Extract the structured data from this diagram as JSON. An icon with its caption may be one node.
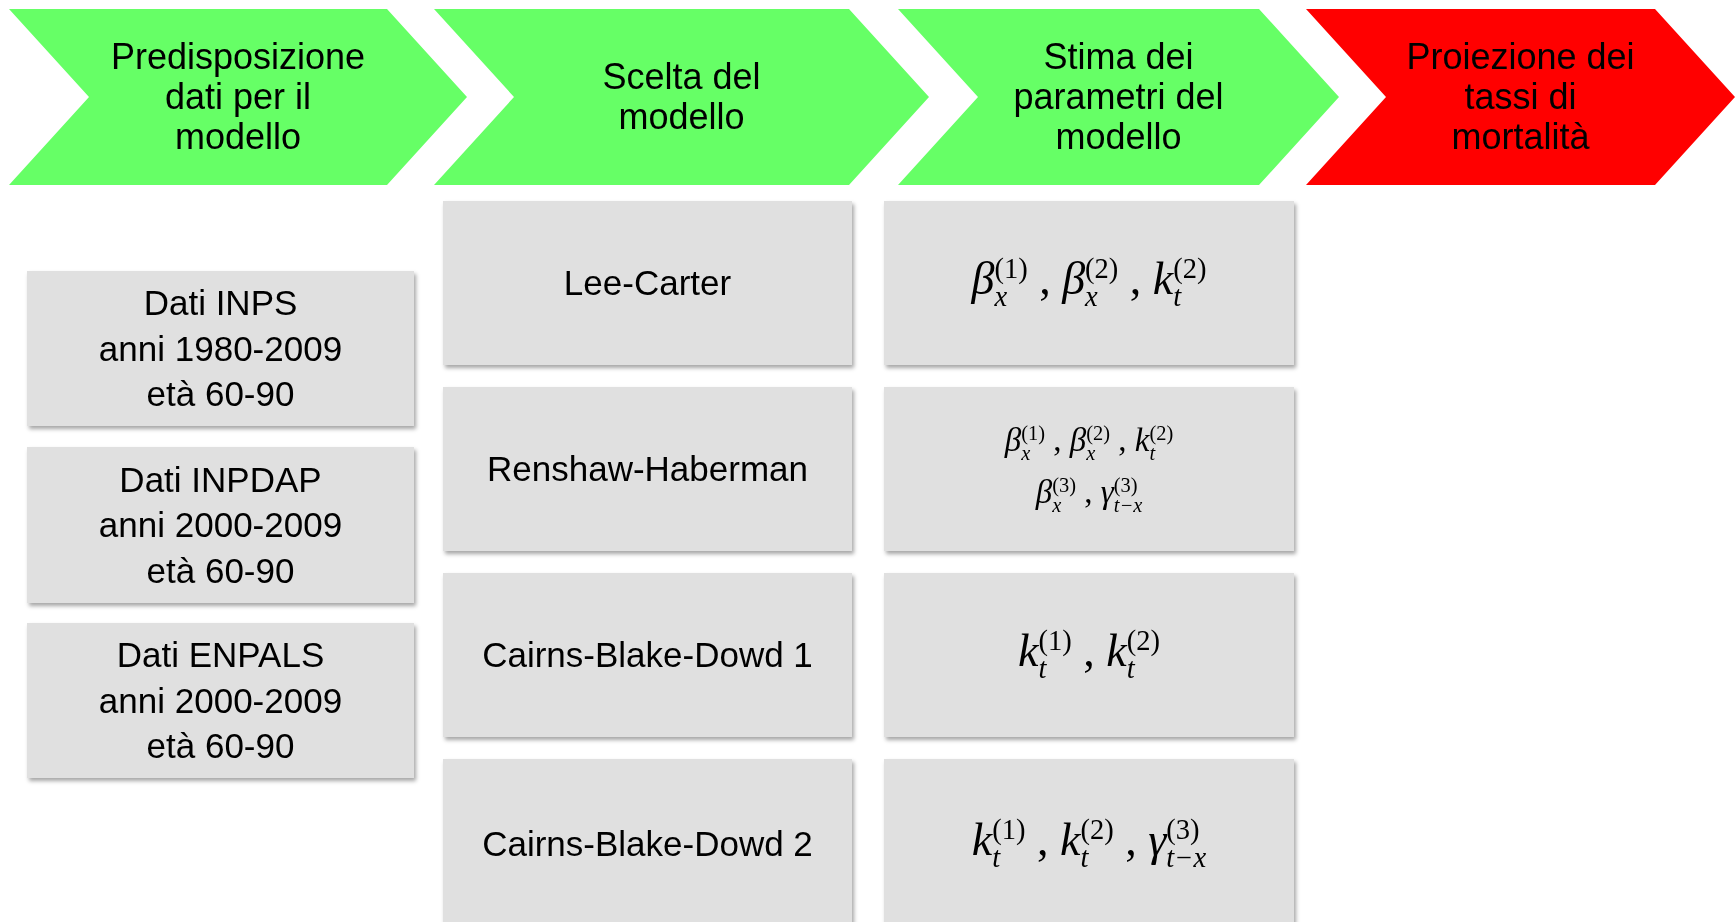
{
  "diagram": {
    "nodes": [
      {
        "text": [
          "Predisposizione dati per il modello"
        ]
      },
      {
        "text": [
          "Scelta del modello"
        ]
      },
      {
        "text": [
          "Stima dei parametri del modello"
        ]
      },
      {
        "text": [
          "Proiezione dei tassi di mortalità"
        ]
      },
      {
        "text": [
          "Dati INPS",
          "anni 1980-2009",
          "età 60-90"
        ]
      },
      {
        "text": [
          "Dati INPDAP",
          "anni 2000-2009",
          "età 60-90"
        ]
      },
      {
        "text": [
          "Dati ENPALS",
          "anni 2000-2009",
          "età 60-90"
        ]
      },
      {
        "text": [
          "Lee-Carter"
        ]
      },
      {
        "text": [
          "*β*$_{x}$$^{(1)}$ , *β*$_{x}$$^{(2)}$ , *k*$_{t}$$^{(2)}$"
        ]
      },
      {
        "text": [
          "Renshaw-Haberman"
        ]
      },
      {
        "text": [
          "*β*$_{x}$$^{(1)}$ , *β*$_{x}$$^{(2)}$ , *k*$_{t}$$^{(2)}$",
          "*β*$_{x}$$^{(3)}$ , *γ*$_{t−x}$$^{(3)}$"
        ]
      },
      {
        "text": [
          "Cairns-Blake-Dowd 1"
        ]
      },
      {
        "text": [
          "*k*$_{t}$$^{(1)}$ , *k*$_{t}$$^{(2)}$"
        ]
      },
      {
        "text": [
          "Cairns-Blake-Dowd 2"
        ]
      },
      {
        "text": [
          "*k*$_{t}$$^{(1)}$ , *k*$_{t}$$^{(2)}$ , *γ*$_{t−x}$$^{(3)}$"
        ]
      }
    ]
  }
}
